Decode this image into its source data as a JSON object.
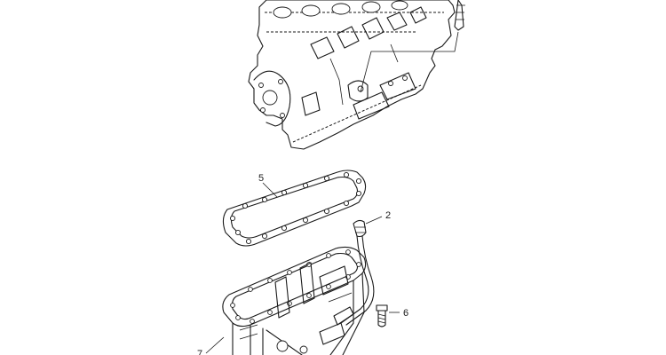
{
  "callouts": {
    "c2": "2",
    "c5": "5",
    "c6": "6",
    "c7": "7"
  }
}
